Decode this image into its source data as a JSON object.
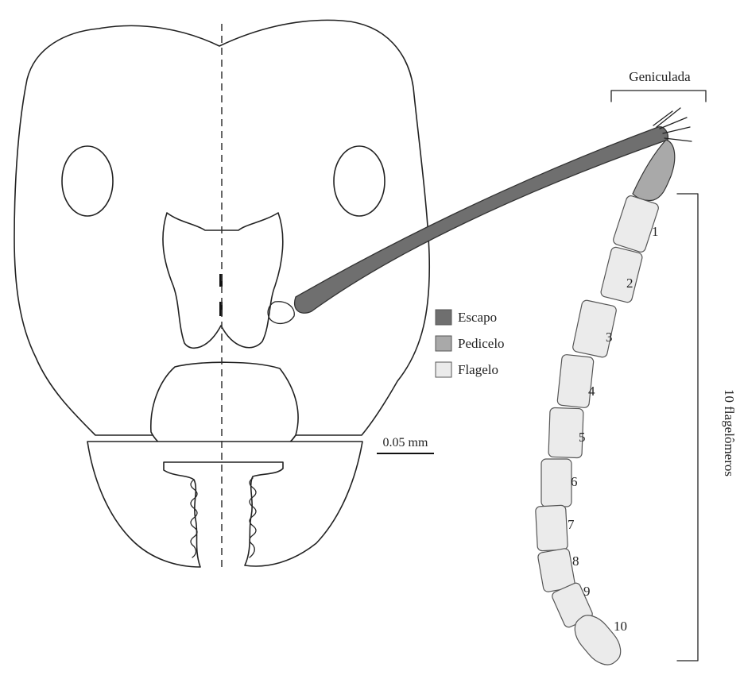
{
  "colors": {
    "escapo": "#6f6f6f",
    "pedicelo": "#a9a9a9",
    "flagelo": "#ebebeb",
    "line": "#222222"
  },
  "labels": {
    "antenna_type": "Geniculada",
    "flagellomeres": "10 flagelômeros",
    "scale": "0.05 mm"
  },
  "legend": [
    {
      "label": "Escapo",
      "color": "#6f6f6f"
    },
    {
      "label": "Pedicelo",
      "color": "#a9a9a9"
    },
    {
      "label": "Flagelo",
      "color": "#ebebeb"
    }
  ],
  "segment_numbers": [
    "1",
    "2",
    "3",
    "4",
    "5",
    "6",
    "7",
    "8",
    "9",
    "10"
  ]
}
